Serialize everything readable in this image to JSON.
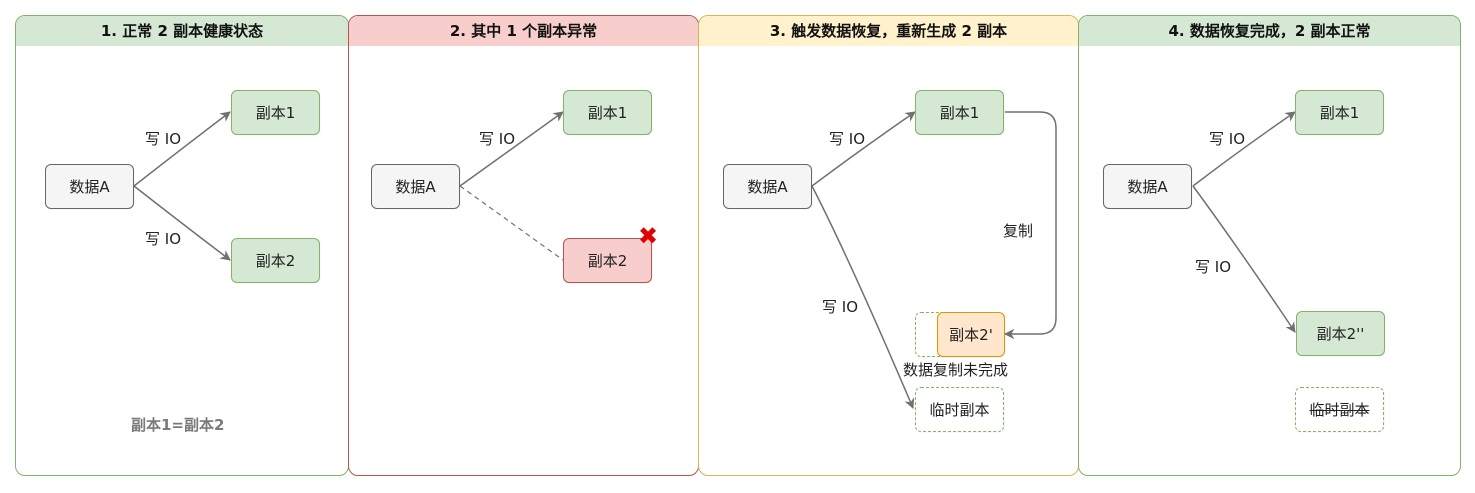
{
  "panels": [
    {
      "title": "1. 正常 2 副本健康状态",
      "theme": "green",
      "source": "数据A",
      "replica1": "副本1",
      "replica2": "副本2",
      "edge_label_1": "写 IO",
      "edge_label_2": "写 IO",
      "summary": "副本1=副本2"
    },
    {
      "title": "2. 其中 1 个副本异常",
      "theme": "red",
      "source": "数据A",
      "replica1": "副本1",
      "replica2": "副本2",
      "edge_label_1": "写 IO",
      "failure_icon": "x-mark-icon"
    },
    {
      "title": "3. 触发数据恢复，重新生成 2 副本",
      "theme": "yellow",
      "source": "数据A",
      "replica1": "副本1",
      "replica2": "副本2'",
      "temp_replica": "临时副本",
      "edge_label_1": "写 IO",
      "edge_label_2": "写 IO",
      "copy_label": "复制",
      "incomplete_label": "数据复制未完成"
    },
    {
      "title": "4. 数据恢复完成，2 副本正常",
      "theme": "green",
      "source": "数据A",
      "replica1": "副本1",
      "replica2": "副本2''",
      "temp_replica": "临时副本",
      "edge_label_1": "写 IO",
      "edge_label_2": "写 IO"
    }
  ],
  "colors": {
    "green_fill": "#d5e8d4",
    "green_stroke": "#82b366",
    "red_fill": "#f8cecc",
    "red_stroke": "#b85450",
    "yellow_fill": "#fff2cc",
    "yellow_stroke": "#d6b656",
    "orange_fill": "#ffe6cc",
    "orange_stroke": "#d79b00",
    "gray_fill": "#f5f5f5",
    "gray_stroke": "#666666",
    "edge": "#707070",
    "failure": "#e00000"
  }
}
